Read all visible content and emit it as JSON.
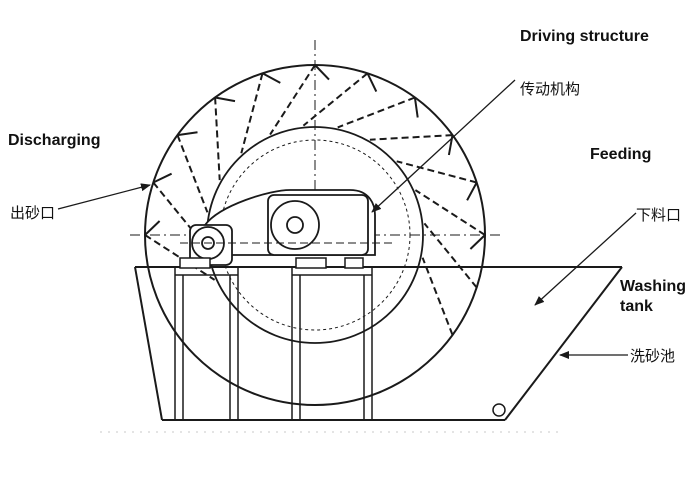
{
  "labels": {
    "driving_en": "Driving structure",
    "driving_zh": "传动机构",
    "discharging_en": "Discharging",
    "discharging_zh": "出砂口",
    "feeding_en": "Feeding",
    "feeding_zh": "下料口",
    "washing_en_line1": "Washing",
    "washing_en_line2": "tank",
    "washing_zh": "洗砂池"
  },
  "colors": {
    "line": "#1a1a1a",
    "background": "#ffffff"
  }
}
